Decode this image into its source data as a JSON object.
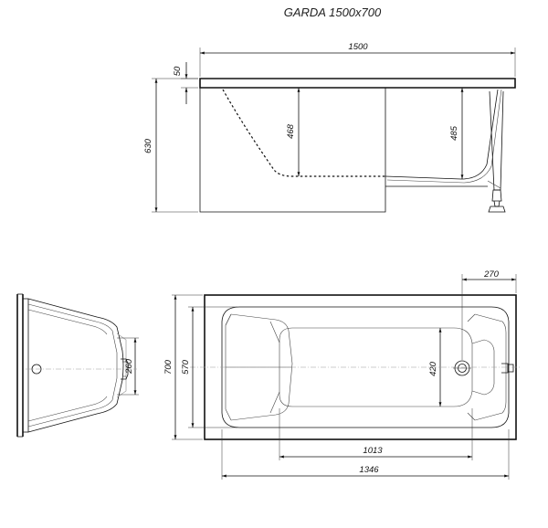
{
  "title": "GARDA 1500x700",
  "dimensions": {
    "length": "1500",
    "rim": "50",
    "height": "630",
    "inner_depth_left": "468",
    "inner_depth_right": "485",
    "width": "700",
    "inner_width": "570",
    "drain_offset": "270",
    "bottom_width": "420",
    "bottom_length": "1013",
    "inner_length": "1346",
    "drain_width": "260"
  }
}
